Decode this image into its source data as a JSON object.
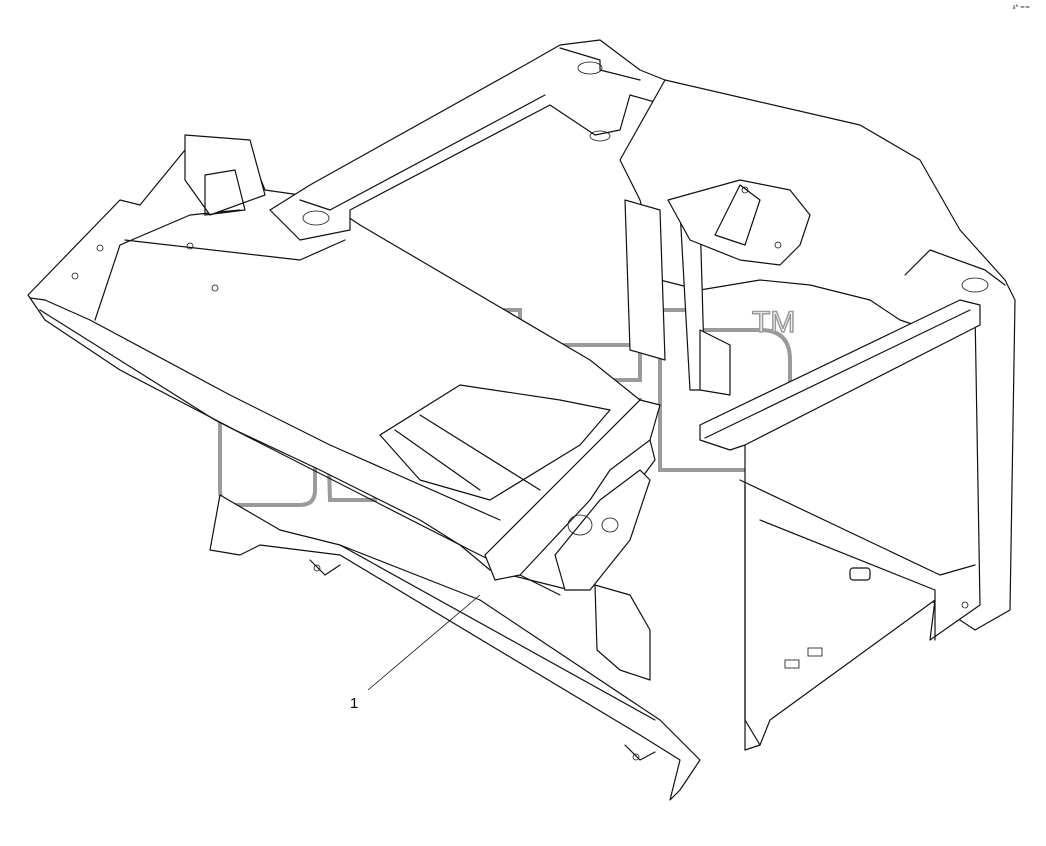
{
  "corner_id": "s⁸ ≈≈",
  "callouts": [
    {
      "label": "1"
    }
  ],
  "watermark": {
    "trademark": "TM"
  }
}
